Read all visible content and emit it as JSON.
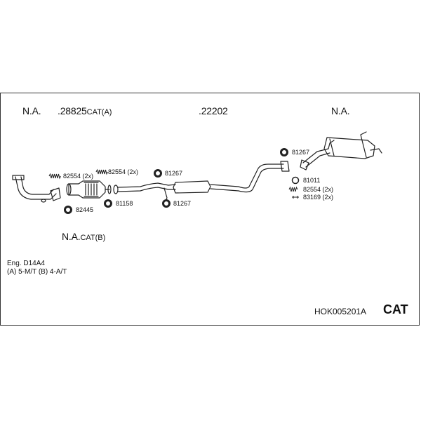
{
  "header": {
    "left_na": "N.A.",
    "cat_a_number": ".28825",
    "cat_a_suffix": "CAT(A)",
    "middle_number": ".22202",
    "right_na": "N.A."
  },
  "parts": {
    "p82554_left": "82554 (2x)",
    "p82554_mid": "82554 (2x)",
    "p81267_top": "81267",
    "p81267_bottom": "81267",
    "p82445": "82445",
    "p81158": "81158",
    "p81267_right": "81267",
    "p81011": "81011",
    "p82554_right": "82554 (2x)",
    "p83169_right": "83169 (2x)"
  },
  "cat_b": {
    "prefix": "N.A.",
    "suffix": "CAT(B)"
  },
  "engine": {
    "line1": "Eng. D14A4",
    "line2": "(A) 5-M/T (B) 4-A/T"
  },
  "footer": {
    "code": "HOK005201A",
    "badge": "CAT"
  }
}
